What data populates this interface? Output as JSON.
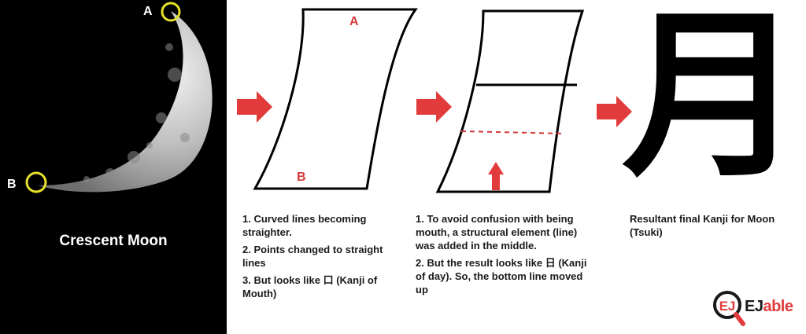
{
  "moon": {
    "label_a": "A",
    "label_b": "B",
    "caption": "Crescent Moon"
  },
  "shape1": {
    "label_top": "A",
    "label_bottom": "B"
  },
  "step1": {
    "lines": [
      "1. Curved lines becoming straighter.",
      "2. Points changed to straight lines",
      "3. But looks like 口 (Kanji of Mouth)"
    ]
  },
  "step2": {
    "lines": [
      "1. To avoid confusion with being mouth, a structural element (line) was added in the middle.",
      "2. But the result looks like 日 (Kanji of day). So, the bottom line moved up"
    ]
  },
  "step3": {
    "kanji": "月",
    "caption": "Resultant final Kanji for Moon (Tsuki)"
  },
  "logo": {
    "text_main": "EJ",
    "text_accent": "able",
    "mark": "EJ"
  },
  "colors": {
    "accent": "#e23b3b",
    "highlight": "#e6e02a",
    "panel": "#000000"
  }
}
